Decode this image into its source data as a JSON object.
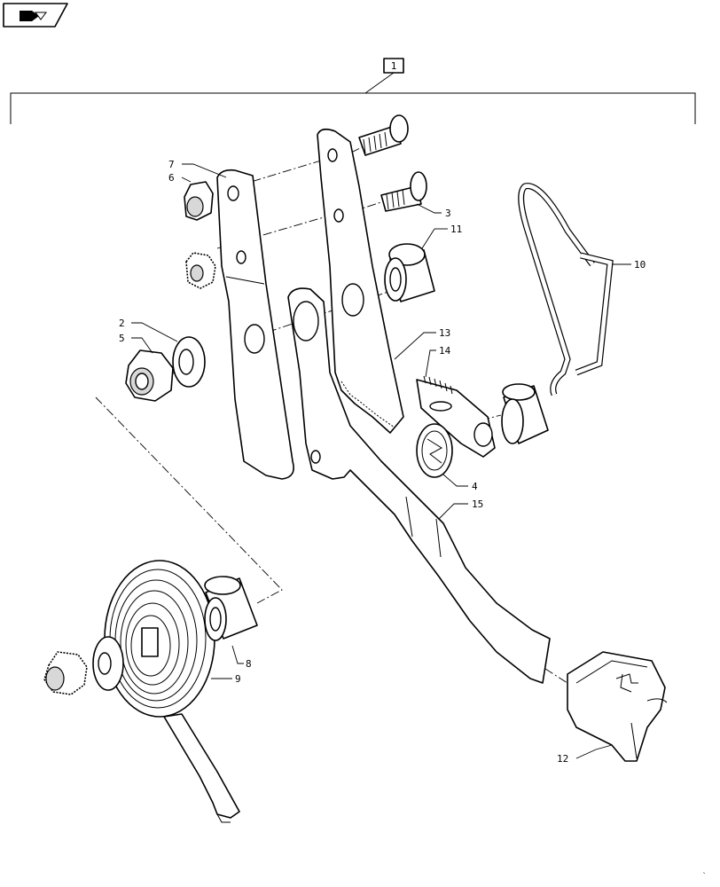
{
  "header": {
    "nav_icon": "book-arrow-icon"
  },
  "assembly_label": "1",
  "callouts": {
    "c2": "2",
    "c3": "3",
    "c4": "4",
    "c5": "5",
    "c6": "6",
    "c7": "7",
    "c8": "8",
    "c9": "9",
    "c10": "10",
    "c11": "11",
    "c12": "12",
    "c13": "13",
    "c14": "14",
    "c15": "15"
  },
  "colors": {
    "ink": "#000000",
    "paper": "#ffffff",
    "shade": "#d8d8d8"
  }
}
